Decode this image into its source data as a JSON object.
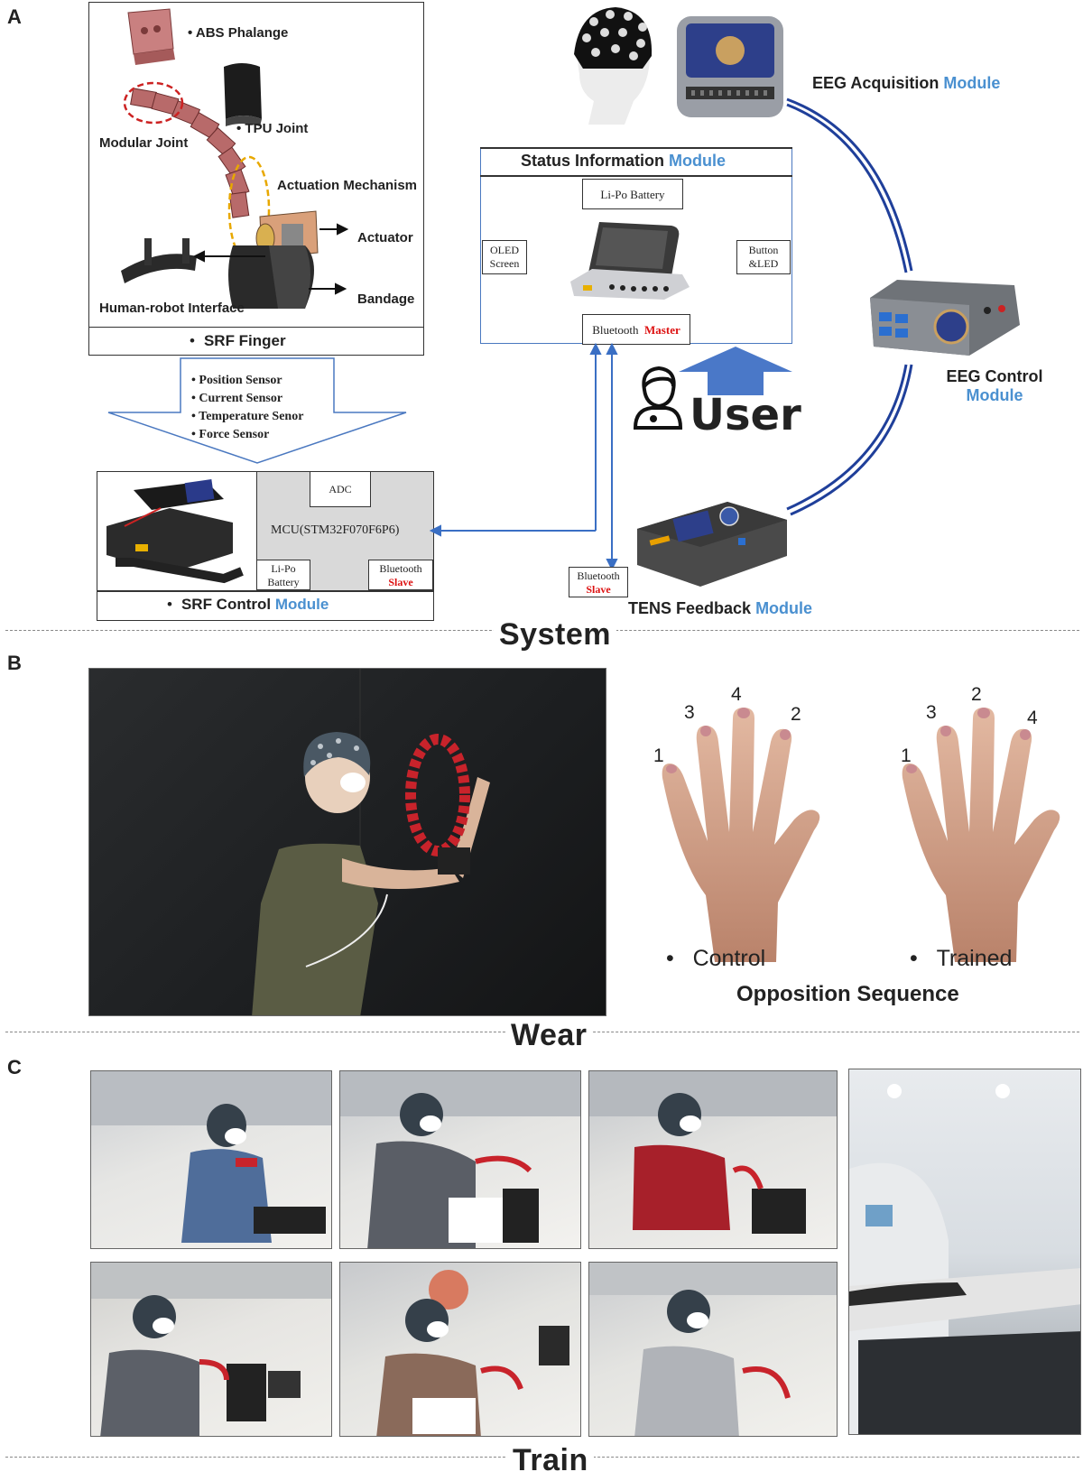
{
  "panels": {
    "a": "A",
    "b": "B",
    "c": "C"
  },
  "srf_finger": {
    "title": "SRF Finger",
    "bullet": "•",
    "callouts": {
      "abs_phalange": "ABS Phalange",
      "tpu_joint": "TPU Joint",
      "modular_joint": "Modular Joint",
      "actuation_mechanism": "Actuation Mechanism",
      "actuator": "Actuator",
      "bandage": "Bandage",
      "hri": "Human-robot Interface"
    },
    "sensors": [
      "Position Sensor",
      "Current Sensor",
      "Temperature Senor",
      "Force Sensor"
    ]
  },
  "srf_control": {
    "title_black": "SRF Control",
    "title_blue": "Module",
    "adc": "ADC",
    "mcu": "MCU(STM32F070F6P6)",
    "battery": [
      "Li-Po",
      "Battery"
    ],
    "bluetooth": "Bluetooth",
    "bluetooth_role": "Slave"
  },
  "status": {
    "title_black": "Status Information",
    "title_blue": "Module",
    "battery": "Li-Po Battery",
    "oled": [
      "OLED",
      "Screen"
    ],
    "button": [
      "Button",
      "&LED"
    ],
    "bluetooth": "Bluetooth",
    "bluetooth_role": "Master"
  },
  "user": "User",
  "eeg_acq": {
    "black": "EEG Acquisition",
    "blue": "Module"
  },
  "eeg_ctrl": {
    "black": "EEG Control",
    "blue": "Module"
  },
  "tens": {
    "black": "TENS Feedback",
    "blue": "Module",
    "bluetooth": "Bluetooth",
    "role": "Slave"
  },
  "sections": {
    "system": "System",
    "wear": "Wear",
    "train": "Train"
  },
  "opposition": {
    "control": "Control",
    "trained": "Trained",
    "title": "Opposition Sequence",
    "control_nums": [
      "1",
      "3",
      "4",
      "2"
    ],
    "trained_nums": [
      "1",
      "3",
      "2",
      "4"
    ]
  },
  "colors": {
    "accent_blue": "#4a90d0",
    "line_blue": "#3a6fc4",
    "slave_red": "#d11111"
  }
}
